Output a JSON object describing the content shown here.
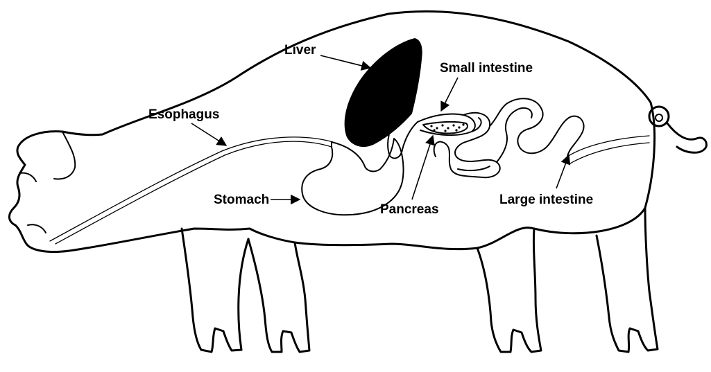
{
  "labels": {
    "liver": "Liver",
    "small_intestine": "Small intestine",
    "esophagus": "Esophagus",
    "stomach": "Stomach",
    "pancreas": "Pancreas",
    "large_intestine": "Large intestine"
  },
  "colors": {
    "line": "#000000",
    "background": "#ffffff",
    "liver_fill": "#000000"
  }
}
